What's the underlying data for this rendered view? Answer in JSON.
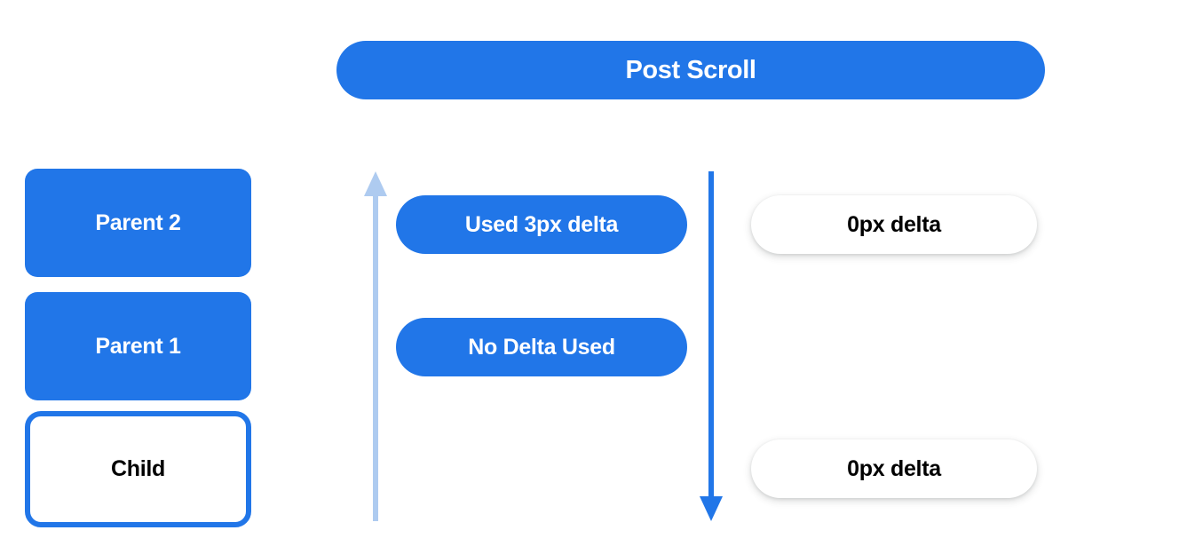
{
  "header": {
    "title": "Post Scroll"
  },
  "colors": {
    "blue": "#2176e8",
    "light_blue": "#aecbf0",
    "white": "#ffffff",
    "black": "#000000"
  },
  "left_column": {
    "nodes": [
      {
        "label": "Parent 2",
        "style": "filled"
      },
      {
        "label": "Parent 1",
        "style": "filled"
      },
      {
        "label": "Child",
        "style": "outlined"
      }
    ]
  },
  "arrows": [
    {
      "name": "scroll-up-arrow",
      "direction": "up",
      "color": "#aecbf0"
    },
    {
      "name": "scroll-down-arrow",
      "direction": "down",
      "color": "#2176e8"
    }
  ],
  "middle_column": {
    "pills": [
      {
        "label": "Used 3px delta",
        "style": "blue"
      },
      {
        "label": "No Delta Used",
        "style": "blue"
      }
    ]
  },
  "right_column": {
    "pills": [
      {
        "label": "0px delta",
        "style": "white"
      },
      {
        "label": "0px delta",
        "style": "white"
      }
    ]
  }
}
